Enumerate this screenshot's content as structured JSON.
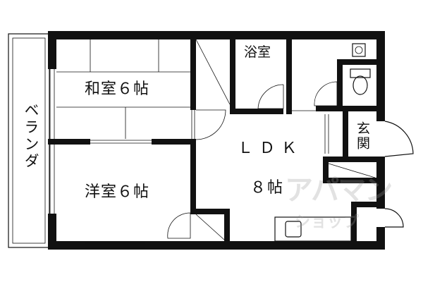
{
  "rooms": {
    "washitsu": "和室６帖",
    "yoshitsu": "洋室６帖",
    "ldk": "ＬＤＫ",
    "ldk_size": "８帖",
    "bath": "浴室",
    "entrance": "玄関",
    "veranda": "ベランダ"
  },
  "watermark": {
    "main": "アパマン",
    "sub": "ショップ"
  }
}
